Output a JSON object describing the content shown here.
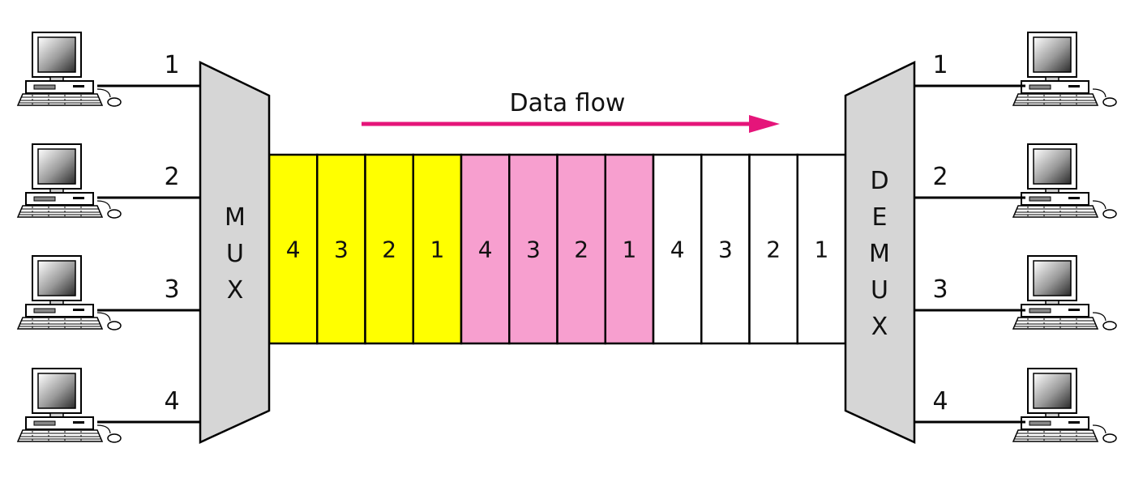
{
  "mux_label": [
    "M",
    "U",
    "X"
  ],
  "demux_label": [
    "D",
    "E",
    "M",
    "U",
    "X"
  ],
  "flow_label": "Data flow",
  "inputs": [
    "1",
    "2",
    "3",
    "4"
  ],
  "outputs": [
    "1",
    "2",
    "3",
    "4"
  ],
  "frames": [
    {
      "color": "#ffff00",
      "slots": [
        "4",
        "3",
        "2",
        "1"
      ]
    },
    {
      "color": "#f79fcf",
      "slots": [
        "4",
        "3",
        "2",
        "1"
      ]
    },
    {
      "color": "#ffffff",
      "slots": [
        "4",
        "3",
        "2",
        "1"
      ]
    }
  ],
  "colors": {
    "device_fill": "#d6d6d6",
    "arrow": "#e5157a",
    "line": "#000000"
  },
  "icons": {
    "computer": "desktop-computer-icon"
  }
}
